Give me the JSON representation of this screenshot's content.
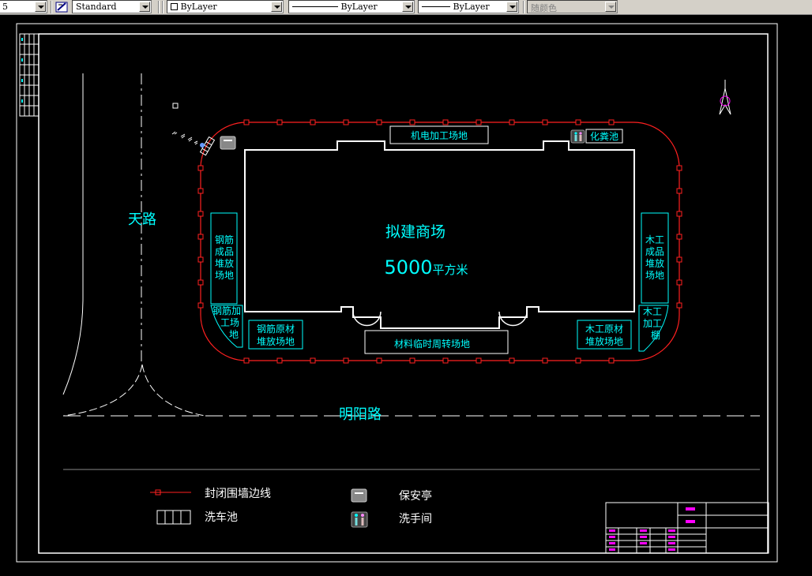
{
  "toolbar": {
    "left_value": "5",
    "text_style": "Standard",
    "layer": "ByLayer",
    "linetype": "ByLayer",
    "lineweight": "ByLayer",
    "color": "随颜色"
  },
  "site": {
    "road_west": "天路",
    "road_south": "明阳路",
    "building_name": "拟建商场",
    "building_area_value": "5000",
    "building_area_unit": "平方米",
    "zone_mech": "机电加工场地",
    "zone_septic": "化粪池",
    "zone_rebar_finished": [
      "钢筋",
      "成品",
      "堆放",
      "场地"
    ],
    "zone_rebar_process": [
      "钢筋加",
      "工场",
      "地"
    ],
    "zone_rebar_raw": [
      "钢筋原材",
      "堆放场地"
    ],
    "zone_material": "材料临时周转场地",
    "zone_wood_raw": [
      "木工原材",
      "堆放场地"
    ],
    "zone_wood_finished": [
      "木工",
      "成品",
      "堆放",
      "场地"
    ],
    "zone_wood_process": [
      "木工",
      "加工",
      "棚"
    ]
  },
  "legend": {
    "fence": "封闭围墙边线",
    "wash_pit": "洗车池",
    "guard_booth": "保安亭",
    "toilet": "洗手间"
  },
  "colors": {
    "fence": "#ff2020",
    "cyan": "#00ffff",
    "magenta": "#ff00ff",
    "white": "#ffffff"
  }
}
